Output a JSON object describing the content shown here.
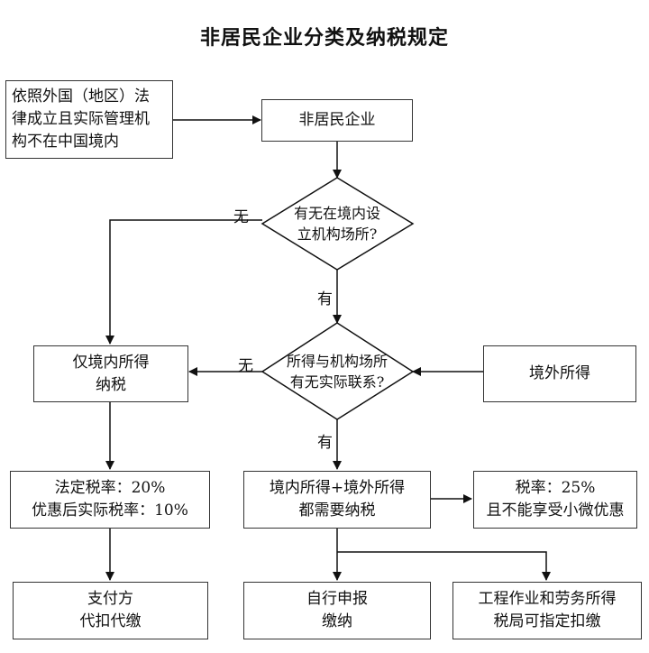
{
  "title": "非居民企业分类及纳税规定",
  "boxes": {
    "criteria": "依照外国（地区）法\n律成立且实际管理机\n构不在中国境内",
    "nonresident": "非居民企业",
    "domestic_only": "仅境内所得\n纳税",
    "foreign_income": "境外所得",
    "rates_left": "法定税率：20%\n优惠后实际税率：10%",
    "both_income": "境内所得+境外所得\n都需要纳税",
    "rates_right": "税率：25%\n且不能享受小微优惠",
    "payer_withhold": "支付方\n代扣代缴",
    "self_declare": "自行申报\n缴纳",
    "engineering": "工程作业和劳务所得\n税局可指定扣缴"
  },
  "decisions": {
    "establishment": "有无在境内设\n立机构场所?",
    "connection": "所得与机构场所\n有无实际联系?"
  },
  "labels": {
    "no1": "无",
    "yes1": "有",
    "no2": "无",
    "yes2": "有"
  }
}
